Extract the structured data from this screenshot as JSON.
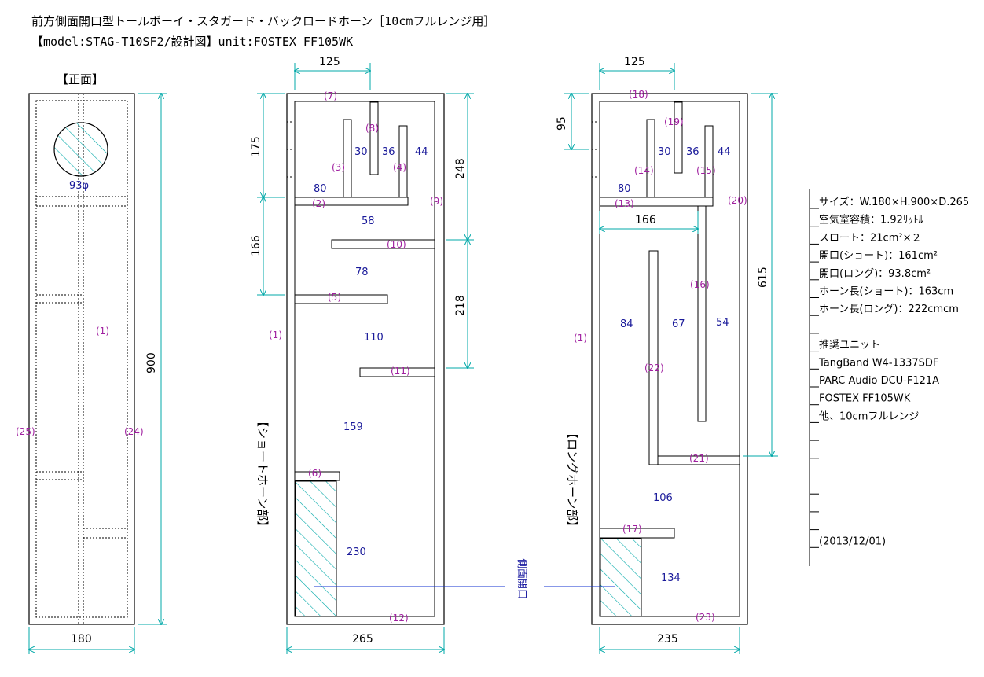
{
  "title": {
    "line1": "前方側面開口型トールボーイ・スタガード・バックロードホーン［10cmフルレンジ用］",
    "line2": "【model:STAG-T10SF2/設計図】unit:FOSTEX FF105WK"
  },
  "front": {
    "heading": "【正面】",
    "hole_label": "93φ",
    "width_dim": "180",
    "height_dim": "900",
    "part1": "(1)",
    "part24": "(24)",
    "part25": "(25)"
  },
  "short": {
    "section_label": "【ショートホーン部】",
    "dims": {
      "top_w": "125",
      "left_a": "175",
      "left_b": "166",
      "right_a": "248",
      "right_b": "218",
      "bottom_w": "265"
    },
    "inner": {
      "d80": "80",
      "d30": "30",
      "d36": "36",
      "d44": "44",
      "d58": "58",
      "d78": "78",
      "d110": "110",
      "d159": "159",
      "d230": "230"
    },
    "parts": {
      "p1": "(1)",
      "p2": "(2)",
      "p3": "(3)",
      "p4": "(4)",
      "p5": "(5)",
      "p6": "(6)",
      "p7": "(7)",
      "p8": "(8)",
      "p9": "(9)",
      "p10": "(10)",
      "p11": "(11)",
      "p12": "(12)"
    }
  },
  "long": {
    "section_label": "【ロングホーン部】",
    "dims": {
      "top_w": "125",
      "left_a": "95",
      "w166": "166",
      "right": "615",
      "bottom_w": "235"
    },
    "inner": {
      "d80": "80",
      "d30": "30",
      "d36": "36",
      "d44": "44",
      "d84": "84",
      "d67": "67",
      "d54": "54",
      "d106": "106",
      "d134": "134"
    },
    "parts": {
      "p1": "(1)",
      "p13": "(13)",
      "p14": "(14)",
      "p15": "(15)",
      "p16": "(16)",
      "p17": "(17)",
      "p18": "(18)",
      "p19": "(19)",
      "p20": "(20)",
      "p21": "(21)",
      "p22": "(22)",
      "p23": "(23)"
    }
  },
  "side_opening_label": "側面開口",
  "specs": [
    "サイズ：W.180×H.900×D.265",
    "空気室容積：1.92ﾘｯﾄﾙ",
    "スロート：21cm²×２",
    "開口(ショート)：161cm²",
    "開口(ロング)：93.8cm²",
    "ホーン長(ショート)：163cm",
    "ホーン長(ロング)：222cmcm",
    "",
    "推奨ユニット",
    "TangBand W4-1337SDF",
    "PARC Audio DCU-F121A",
    "FOSTEX FF105WK",
    "他、10cmフルレンジ",
    "",
    "",
    "",
    "",
    "",
    "",
    "(2013/12/01)"
  ],
  "colors": {
    "dim_line": "#00a8a8",
    "part_label": "#a020a0",
    "dim_value": "#1a1a9a",
    "opening_line": "#1030d0"
  }
}
